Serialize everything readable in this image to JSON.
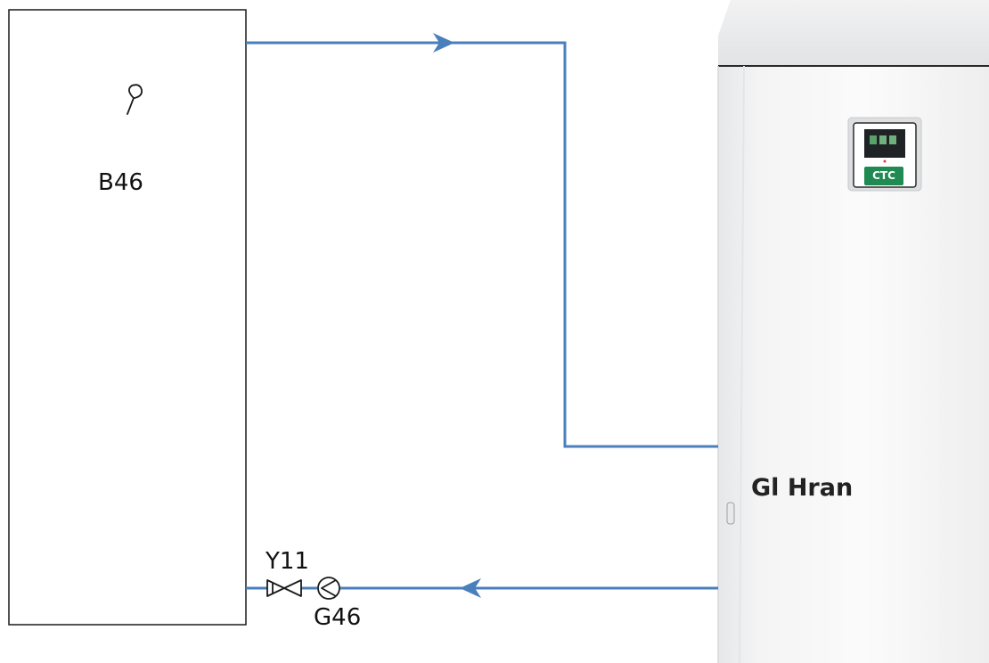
{
  "diagram": {
    "tank": {
      "label": "B46"
    },
    "valve": {
      "label": "Y11"
    },
    "pump": {
      "label": "G46"
    },
    "heat_pump": {
      "label": "Gl Hran",
      "brand": "CTC"
    },
    "colors": {
      "pipe": "#4a7fbd",
      "outline": "#111111",
      "brand": "#1f8a52"
    },
    "icons": [
      "temperature-sensor-icon",
      "valve-icon",
      "pump-icon",
      "flow-arrow-icon"
    ]
  }
}
